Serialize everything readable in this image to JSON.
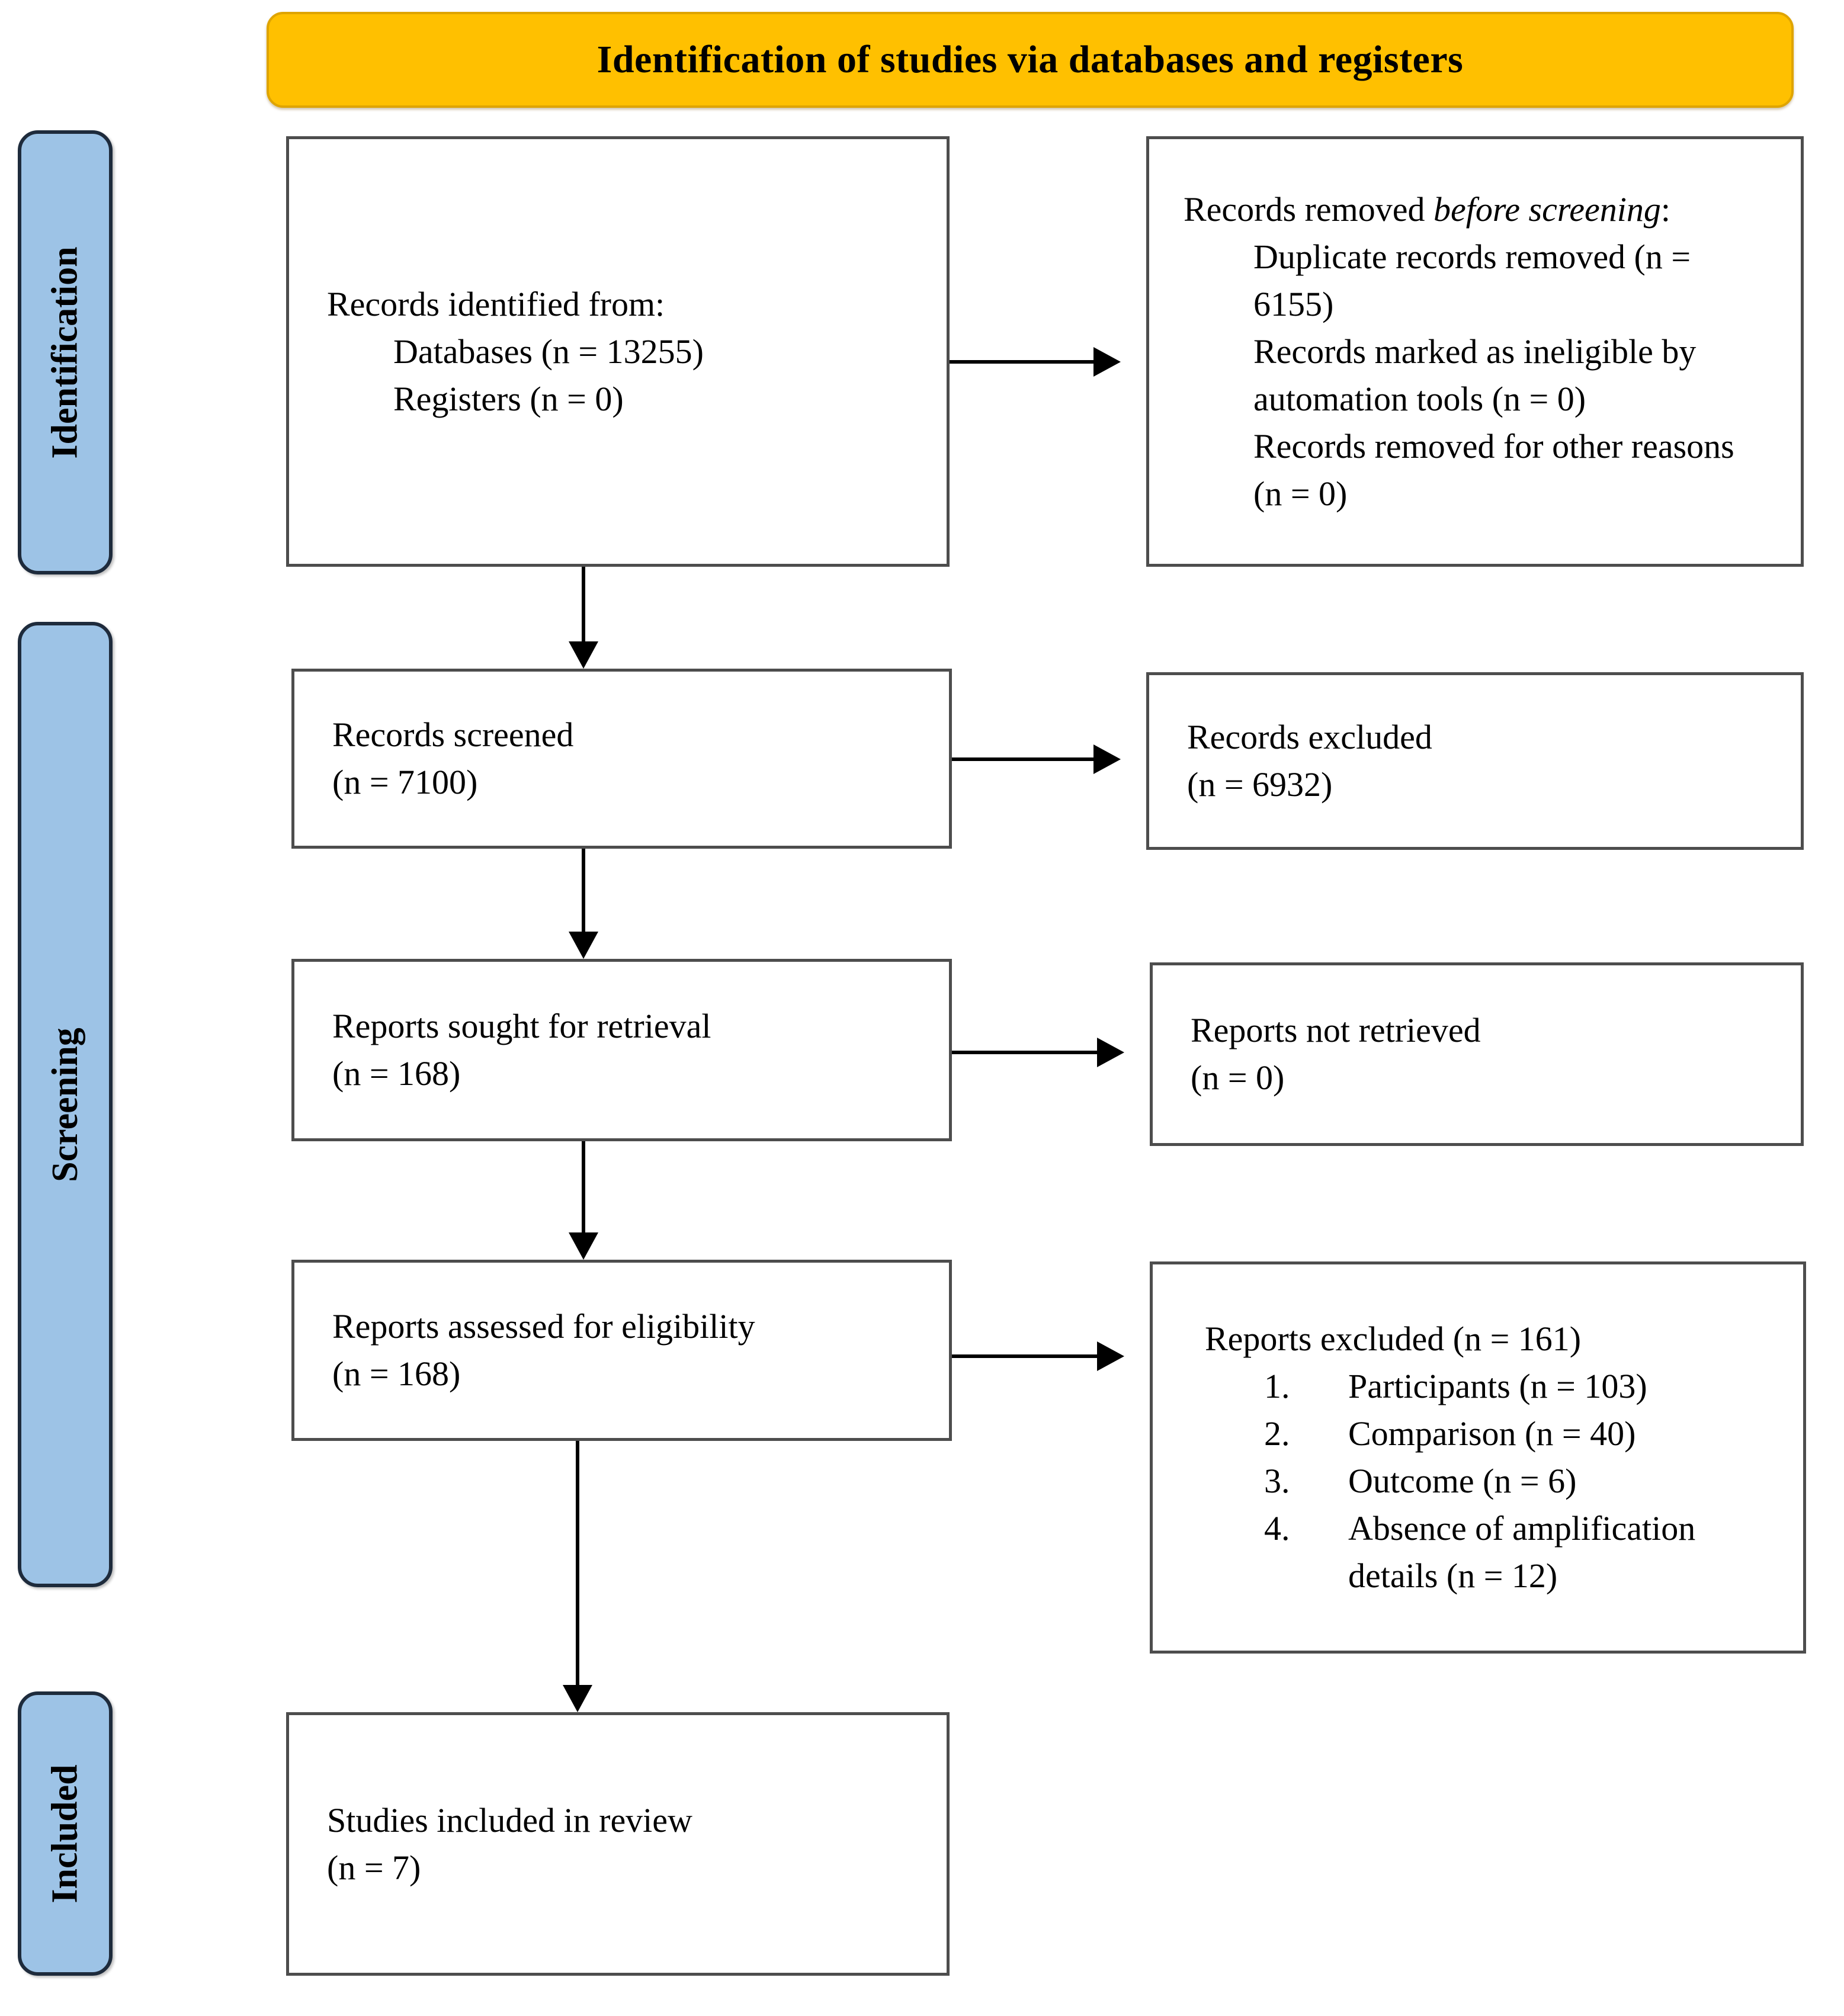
{
  "banner": {
    "title": "Identification of studies via databases and registers"
  },
  "stages": {
    "identification": "Identification",
    "screening": "Screening",
    "included": "Included"
  },
  "boxes": {
    "identified": {
      "title": "Records identified from:",
      "items": [
        "Databases (n = 13255)",
        "Registers (n = 0)"
      ]
    },
    "removed": {
      "title_prefix": "Records removed ",
      "title_italic": "before screening",
      "title_suffix": ":",
      "items": [
        "Duplicate records removed  (n = 6155)",
        "Records marked as ineligible by automation tools (n = 0)",
        "Records removed for other reasons (n = 0)"
      ]
    },
    "screened": {
      "line1": "Records screened",
      "line2": "(n = 7100)"
    },
    "records_excluded": {
      "line1": "Records excluded",
      "line2": "(n = 6932)"
    },
    "sought": {
      "line1": "Reports sought for retrieval",
      "line2": "(n = 168)"
    },
    "not_retrieved": {
      "line1": "Reports not retrieved",
      "line2": "(n = 0)"
    },
    "assessed": {
      "line1": "Reports assessed for eligibility",
      "line2": "(n = 168)"
    },
    "reports_excluded": {
      "title": "Reports excluded (n = 161)",
      "items": [
        {
          "num": "1.",
          "text": "Participants (n = 103)"
        },
        {
          "num": "2.",
          "text": "Comparison (n = 40)"
        },
        {
          "num": "3.",
          "text": "Outcome (n = 6)"
        },
        {
          "num": "4.",
          "text": "Absence of amplification details (n = 12)"
        }
      ]
    },
    "included": {
      "line1": "Studies included in review",
      "line2": "(n = 7)"
    }
  },
  "colors": {
    "banner_bg": "#FFC000",
    "stage_bg": "#9DC3E6",
    "stage_border": "#1E2B3C",
    "box_border": "#4D4D4D",
    "arrow": "#000000",
    "text": "#000000"
  }
}
